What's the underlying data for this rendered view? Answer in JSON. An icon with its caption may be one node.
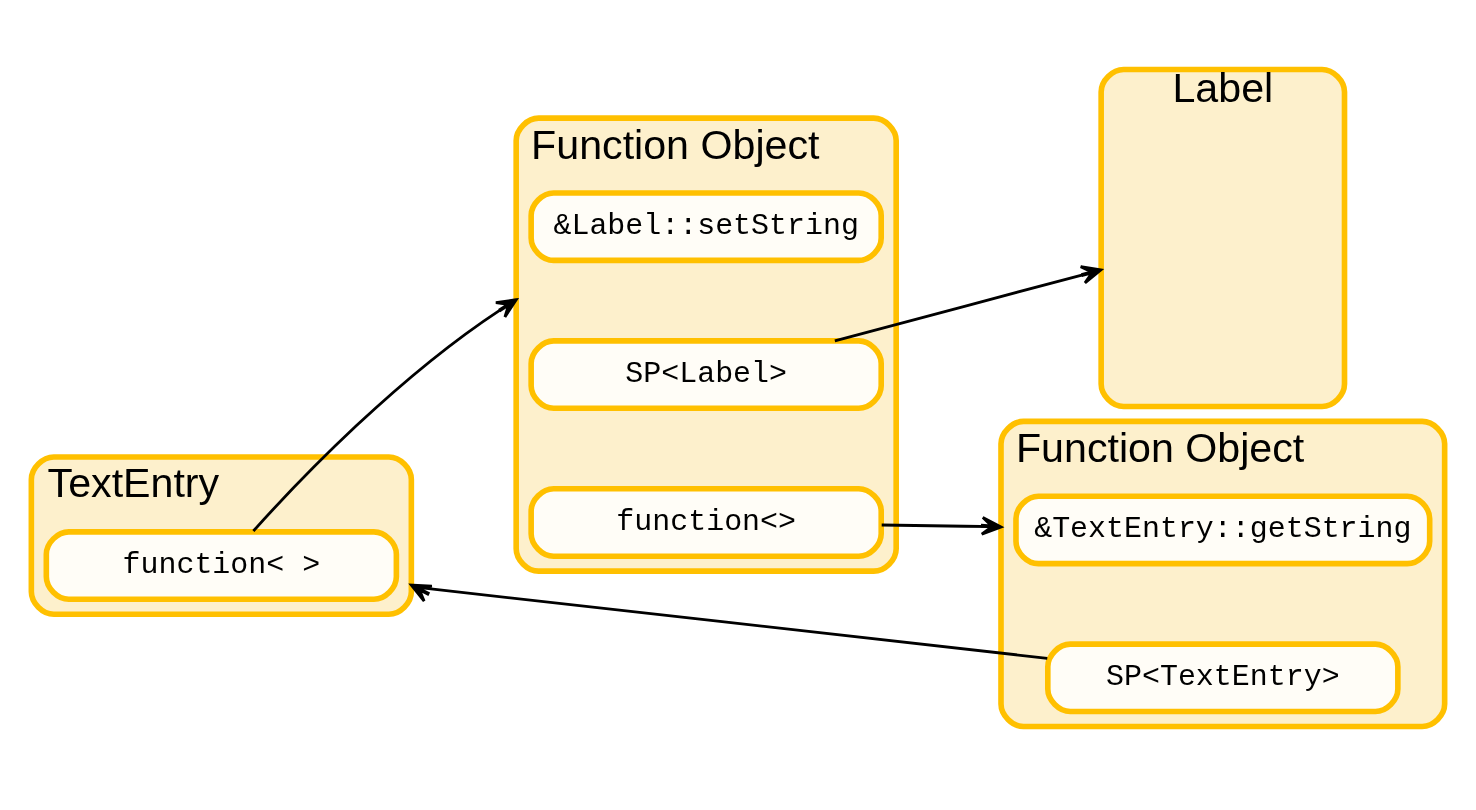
{
  "diagram": {
    "nodes": [
      {
        "text": [
          "TextEntry"
        ]
      },
      {
        "text": [
          "function< >"
        ],
        "in": 0
      },
      {
        "text": [
          "Function Object"
        ]
      },
      {
        "text": [
          "&Label::setString"
        ],
        "in": 2
      },
      {
        "text": [
          "SP<Label>"
        ],
        "in": 2
      },
      {
        "text": [
          "function<>"
        ],
        "in": 2
      },
      {
        "text": [
          "Label"
        ]
      },
      {
        "text": [
          "Function Object"
        ]
      },
      {
        "text": [
          "&TextEntry::getString"
        ],
        "in": 7
      },
      {
        "text": [
          "SP<TextEntry>"
        ],
        "in": 7
      }
    ],
    "edges": [
      {
        "from": 1,
        "to": 2,
        "arrow": "to"
      },
      {
        "from": 4,
        "to": 6,
        "arrow": "to"
      },
      {
        "from": 5,
        "to": 7,
        "arrow": "to"
      },
      {
        "from": 9,
        "to": 0,
        "arrow": "to"
      }
    ]
  }
}
